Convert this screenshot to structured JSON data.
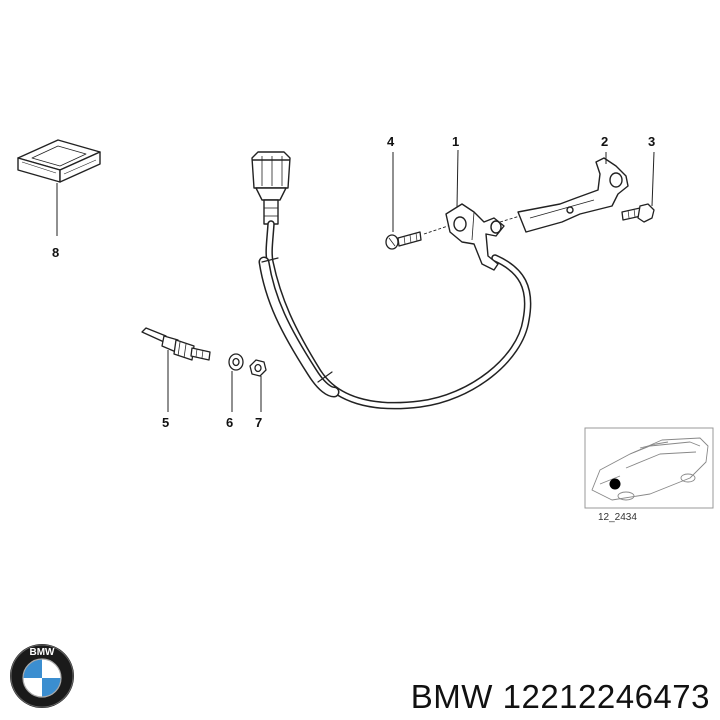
{
  "callouts": {
    "c1": "1",
    "c2": "2",
    "c3": "3",
    "c4": "4",
    "c5": "5",
    "c6": "6",
    "c7": "7",
    "c8": "8"
  },
  "inset": {
    "reference": "12_2434"
  },
  "logo": {
    "text": "BMW"
  },
  "footer": {
    "part_number": "BMW 12212246473"
  }
}
